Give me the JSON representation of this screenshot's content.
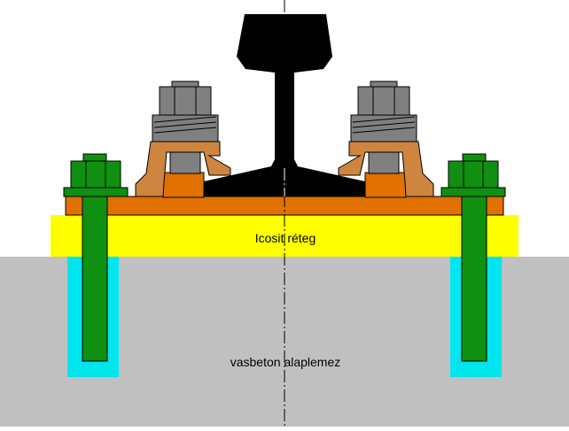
{
  "labels": {
    "icosit_layer": "Icosit réteg",
    "concrete_slab": "vasbeton alaplemez"
  },
  "colors": {
    "background": "#ffffff",
    "concrete": "#c0c0c0",
    "icosit": "#ffff00",
    "anchor_grout": "#00e5ee",
    "anchor_bolt": "#109010",
    "base_plate": "#e07000",
    "clip": "#cd853f",
    "nut_gray": "#808080",
    "rail": "#000000",
    "outline": "#000000"
  },
  "components": {
    "rail": "rail-profile",
    "base_plate": "steel-base-plate",
    "clips": [
      "left-rail-clip",
      "right-rail-clip"
    ],
    "anchor_bolts": [
      "left-anchor-bolt",
      "right-anchor-bolt"
    ],
    "center_axis": "dash-dot-center-line"
  }
}
